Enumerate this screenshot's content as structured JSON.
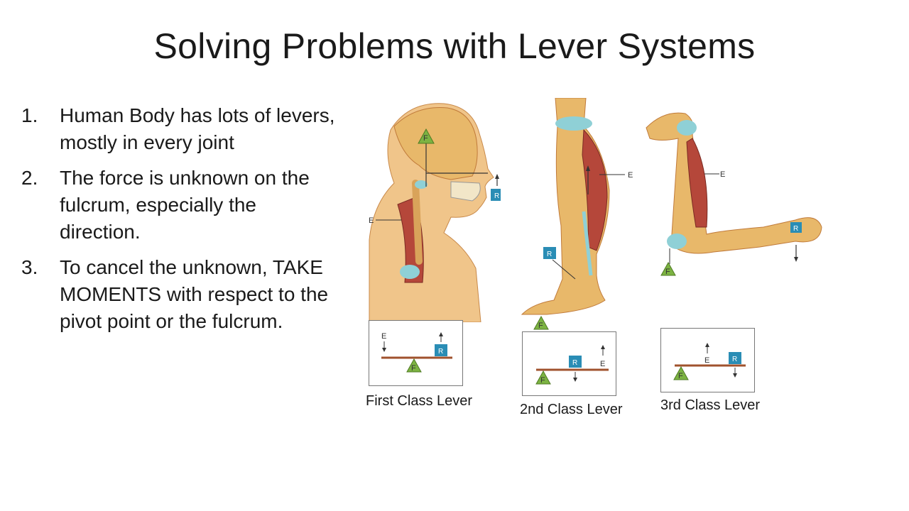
{
  "slide": {
    "title": "Solving Problems with Lever Systems",
    "bullets": [
      {
        "number": "1.",
        "text": "Human Body has lots of levers, mostly in every joint"
      },
      {
        "number": "2.",
        "text": "The force is unknown on the fulcrum, especially the direction."
      },
      {
        "number": "3.",
        "text": "To cancel the unknown, TAKE MOMENTS with respect to the pivot point or the fulcrum."
      }
    ]
  },
  "figures": {
    "labels": {
      "fulcrum": "F",
      "effort": "E",
      "resistance": "R"
    },
    "captions": {
      "first": "First Class Lever",
      "second": "2nd Class Lever",
      "third": "3rd Class Lever"
    }
  },
  "colors": {
    "fulcrum": "#7cb342",
    "resistance": "#2a8db5",
    "lever_bar": "#a0522d",
    "muscle": "#b5473a",
    "bone": "#e8b86a",
    "skin": "#f0c58a",
    "cartilage": "#8fd0d6"
  }
}
